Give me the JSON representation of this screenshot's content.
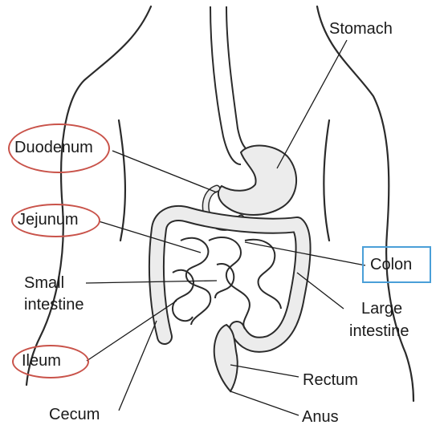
{
  "colors": {
    "highlight_ring": "#c9534a",
    "highlight_box": "#4a9fd8",
    "outline": "#2b2b2b",
    "leader_line": "#1a1a1a",
    "organ_fill": "#ececec"
  },
  "labels": {
    "stomach": "Stomach",
    "duodenum": "Duodenum",
    "jejunum": "Jejunum",
    "colon": "Colon",
    "small_intestine_line1": "Small",
    "small_intestine_line2": "intestine",
    "large_intestine_line1": "Large",
    "large_intestine_line2": "intestine",
    "ileum": "Ileum",
    "rectum": "Rectum",
    "cecum": "Cecum",
    "anus": "Anus"
  },
  "highlights": {
    "circled": [
      "Duodenum",
      "Jejunum",
      "Ileum"
    ],
    "boxed": [
      "Colon"
    ]
  }
}
